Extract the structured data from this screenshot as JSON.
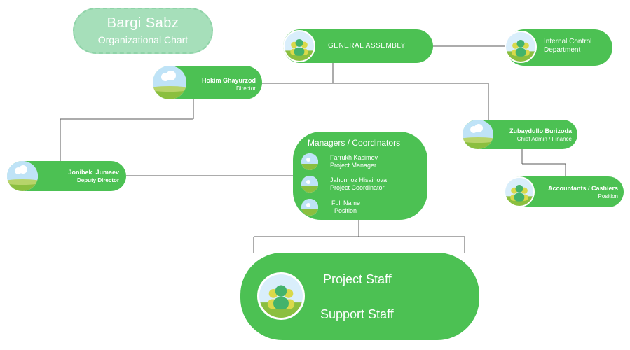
{
  "title": {
    "line1": "Bargi Sabz",
    "line2": "Organizational Chart"
  },
  "nodes": {
    "general_assembly": {
      "label": "GENERAL ASSEMBLY"
    },
    "internal_control": {
      "line1": "Internal Control",
      "line2": "Department"
    },
    "director": {
      "name": "Hokim Ghayurzod",
      "role": "Director"
    },
    "chief_admin": {
      "name": "Zubaydullo Burizoda",
      "role": "Chief Admin / Finance"
    },
    "accountants": {
      "name": "Accountants / Cashiers",
      "role": "Position"
    },
    "deputy": {
      "name": "Jonibek  Jumaev",
      "role": "Deputy Director"
    },
    "managers": {
      "heading": "Managers / Coordinators",
      "members": [
        {
          "name": "Farrukh Kasimov",
          "role": "Project Manager"
        },
        {
          "name": "Jahonnoz Hisainova",
          "role": "Project Coordinator"
        },
        {
          "name": "Full Name",
          "role": "Position"
        }
      ]
    },
    "staff": {
      "line1": "Project Staff",
      "line2": "Support Staff"
    }
  },
  "icons": {
    "person": "person-avatar-icon",
    "group": "group-avatar-icon"
  },
  "colors": {
    "node_green": "#4cc153",
    "title_badge": "#a6dfba",
    "connector": "#555555",
    "text": "#ffffff"
  }
}
